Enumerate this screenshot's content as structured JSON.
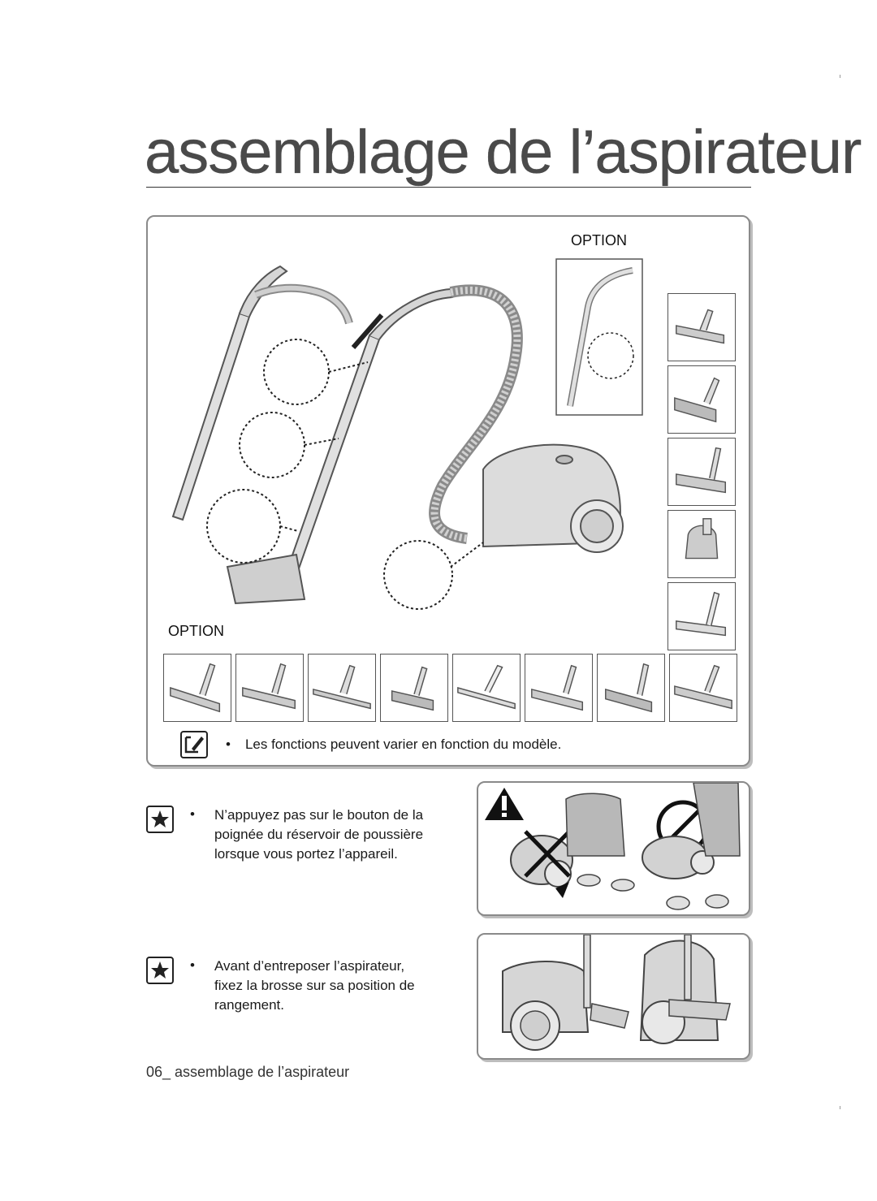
{
  "page": {
    "title": "assemblage de l’aspirateur",
    "footer": "06_ assemblage de l’aspirateur"
  },
  "main_panel": {
    "option_label_top": "OPTION",
    "option_label_bottom": "OPTION",
    "note_text": "Les fonctions peuvent varier en fonction du modèle.",
    "note_icon": "note-pencil-icon",
    "right_column_accessories": [
      "floor-brush",
      "turbo-brush",
      "pet-brush",
      "mini-turbo-brush",
      "parquet-brush"
    ],
    "bottom_row_accessories": [
      "floor-brush",
      "floor-brush-wide",
      "parquet-brush",
      "turbo-brush",
      "hardfloor-brush",
      "combination-brush",
      "pet-brush",
      "carpet-brush"
    ]
  },
  "caution_1": {
    "icon": "caution-star-icon",
    "bullet": "•",
    "lines": [
      "N’appuyez pas sur le bouton de la",
      "poignée du réservoir de poussière",
      "lorsque vous portez l’appareil."
    ]
  },
  "caution_2": {
    "icon": "caution-star-icon",
    "bullet": "•",
    "lines": [
      "Avant d’entreposer l’aspirateur,",
      "fixez la brosse sur sa position de",
      "rangement."
    ]
  },
  "colors": {
    "border": "#8a8a8a",
    "shadow": "#bdbdbd",
    "text": "#1a1a1a",
    "drawing": "#666666",
    "fill": "#d9d9d9"
  }
}
